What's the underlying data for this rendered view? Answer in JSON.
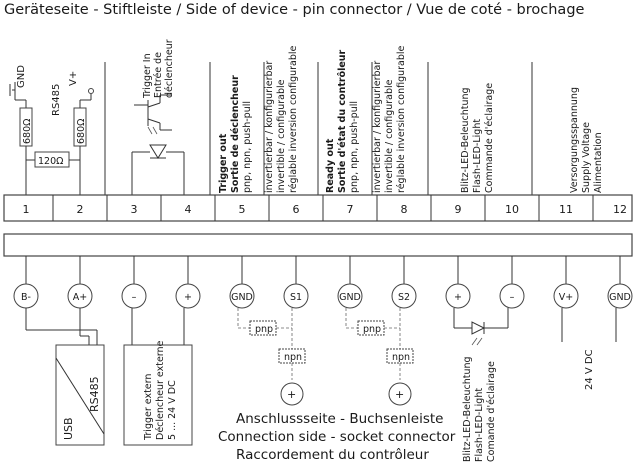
{
  "header": {
    "title": "Geräteseite - Stiftleiste  /  Side of device - pin connector  /  Vue de coté - brochage"
  },
  "device_labels": {
    "gnd": "GND",
    "rs485": "RS485",
    "vplus": "V+",
    "r1": "680Ω",
    "r2": "680Ω",
    "r3": "120Ω",
    "trig1": "Trigger In",
    "trig2": "Entrée de",
    "trig3": "déclencheur",
    "tout1": "Trigger out",
    "tout2": "Sortie de déclencheur",
    "tout3": "pnp, npn, push-pull",
    "inv1": "invertierbar / konfigurierbar",
    "inv2": "invertible / configurable",
    "inv3": "réglable inversion configurable",
    "rdy1": "Ready out",
    "rdy2": "Sortie d'état du contrôleur",
    "rdy3": "pnp, npn, push-pull",
    "inv4": "invertierbar / konfigurierbar",
    "inv5": "invertible / configurable",
    "inv6": "réglable inversion configurable",
    "blitz1": "Blitz-LED-Beleuchtung",
    "blitz2": "Flash-LED-Light",
    "blitz3": "Commande d'éclairage",
    "vs1": "Versorgungsspannung",
    "vs2": "Supply Voltage",
    "vs3": "Alimentation"
  },
  "pins": [
    "1",
    "2",
    "3",
    "4",
    "5",
    "6",
    "7",
    "8",
    "9",
    "10",
    "11",
    "12"
  ],
  "socket_labels": [
    "B-",
    "A+",
    "–",
    "+",
    "GND",
    "S1",
    "GND",
    "S2",
    "+",
    "–",
    "V+",
    "GND"
  ],
  "external": {
    "usb": "USB",
    "rs485": "RS485",
    "trig1": "Trigger extern",
    "trig2": "Déclencheur externe",
    "trig3": "5 ... 24 V DC",
    "pnp": "pnp",
    "npn": "npn",
    "plus": "+",
    "flash1": "Blitz-LED-Beleuchtung",
    "flash2": "Flash-LED-Light",
    "flash3": "Comande d'éclairage",
    "vdc": "24 V DC"
  },
  "footer": {
    "line1": "Anschlussseite - Buchsenleiste",
    "line2": "Connection side - socket connector",
    "line3": "Raccordement du contrôleur"
  }
}
